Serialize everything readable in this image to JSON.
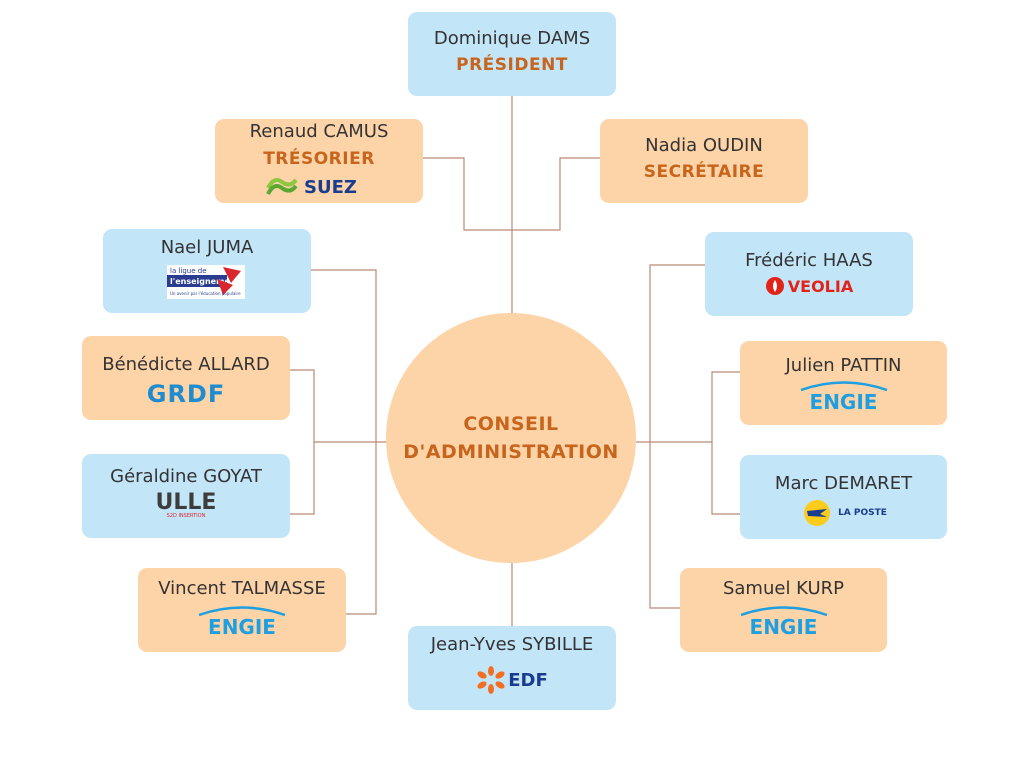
{
  "center": {
    "line1": "CONSEIL",
    "line2": "D'ADMINISTRATION"
  },
  "members": {
    "president": {
      "name": "Dominique DAMS",
      "role": "PRÉSIDENT"
    },
    "tresorier": {
      "name": "Renaud CAMUS",
      "role": "TRÉSORIER",
      "logo": "SUEZ"
    },
    "secretaire": {
      "name": "Nadia OUDIN",
      "role": "SECRÉTAIRE"
    },
    "juma": {
      "name": "Nael JUMA",
      "logo": "la ligue de l'enseignement",
      "logo_line1": "la ligue de",
      "logo_line2": "l'enseignement",
      "logo_line3": "Un avenir par l'éducation populaire"
    },
    "allard": {
      "name": "Bénédicte ALLARD",
      "logo": "GRDF"
    },
    "goyat": {
      "name": "Géraldine GOYAT",
      "logo": "ULLE",
      "logo_sub": "S2D INSERTION"
    },
    "talmasse": {
      "name": "Vincent TALMASSE",
      "logo": "ENGIE"
    },
    "haas": {
      "name": "Frédéric HAAS",
      "logo": "VEOLIA"
    },
    "pattin": {
      "name": "Julien PATTIN",
      "logo": "ENGIE"
    },
    "demaret": {
      "name": "Marc DEMARET",
      "logo": "LA POSTE"
    },
    "kurp": {
      "name": "Samuel KURP",
      "logo": "ENGIE"
    },
    "sybille": {
      "name": "Jean-Yves SYBILLE",
      "logo": "EDF"
    }
  },
  "colors": {
    "blue_box": "#c3e5f8",
    "orange_box": "#fdd3a8",
    "accent": "#c8651d",
    "connector": "#b98a74",
    "engie": "#1f9fe0",
    "veolia": "#e2231a",
    "grdf": "#1f8ccf",
    "edf": "#f26f21",
    "laposte": "#fccc1c"
  }
}
